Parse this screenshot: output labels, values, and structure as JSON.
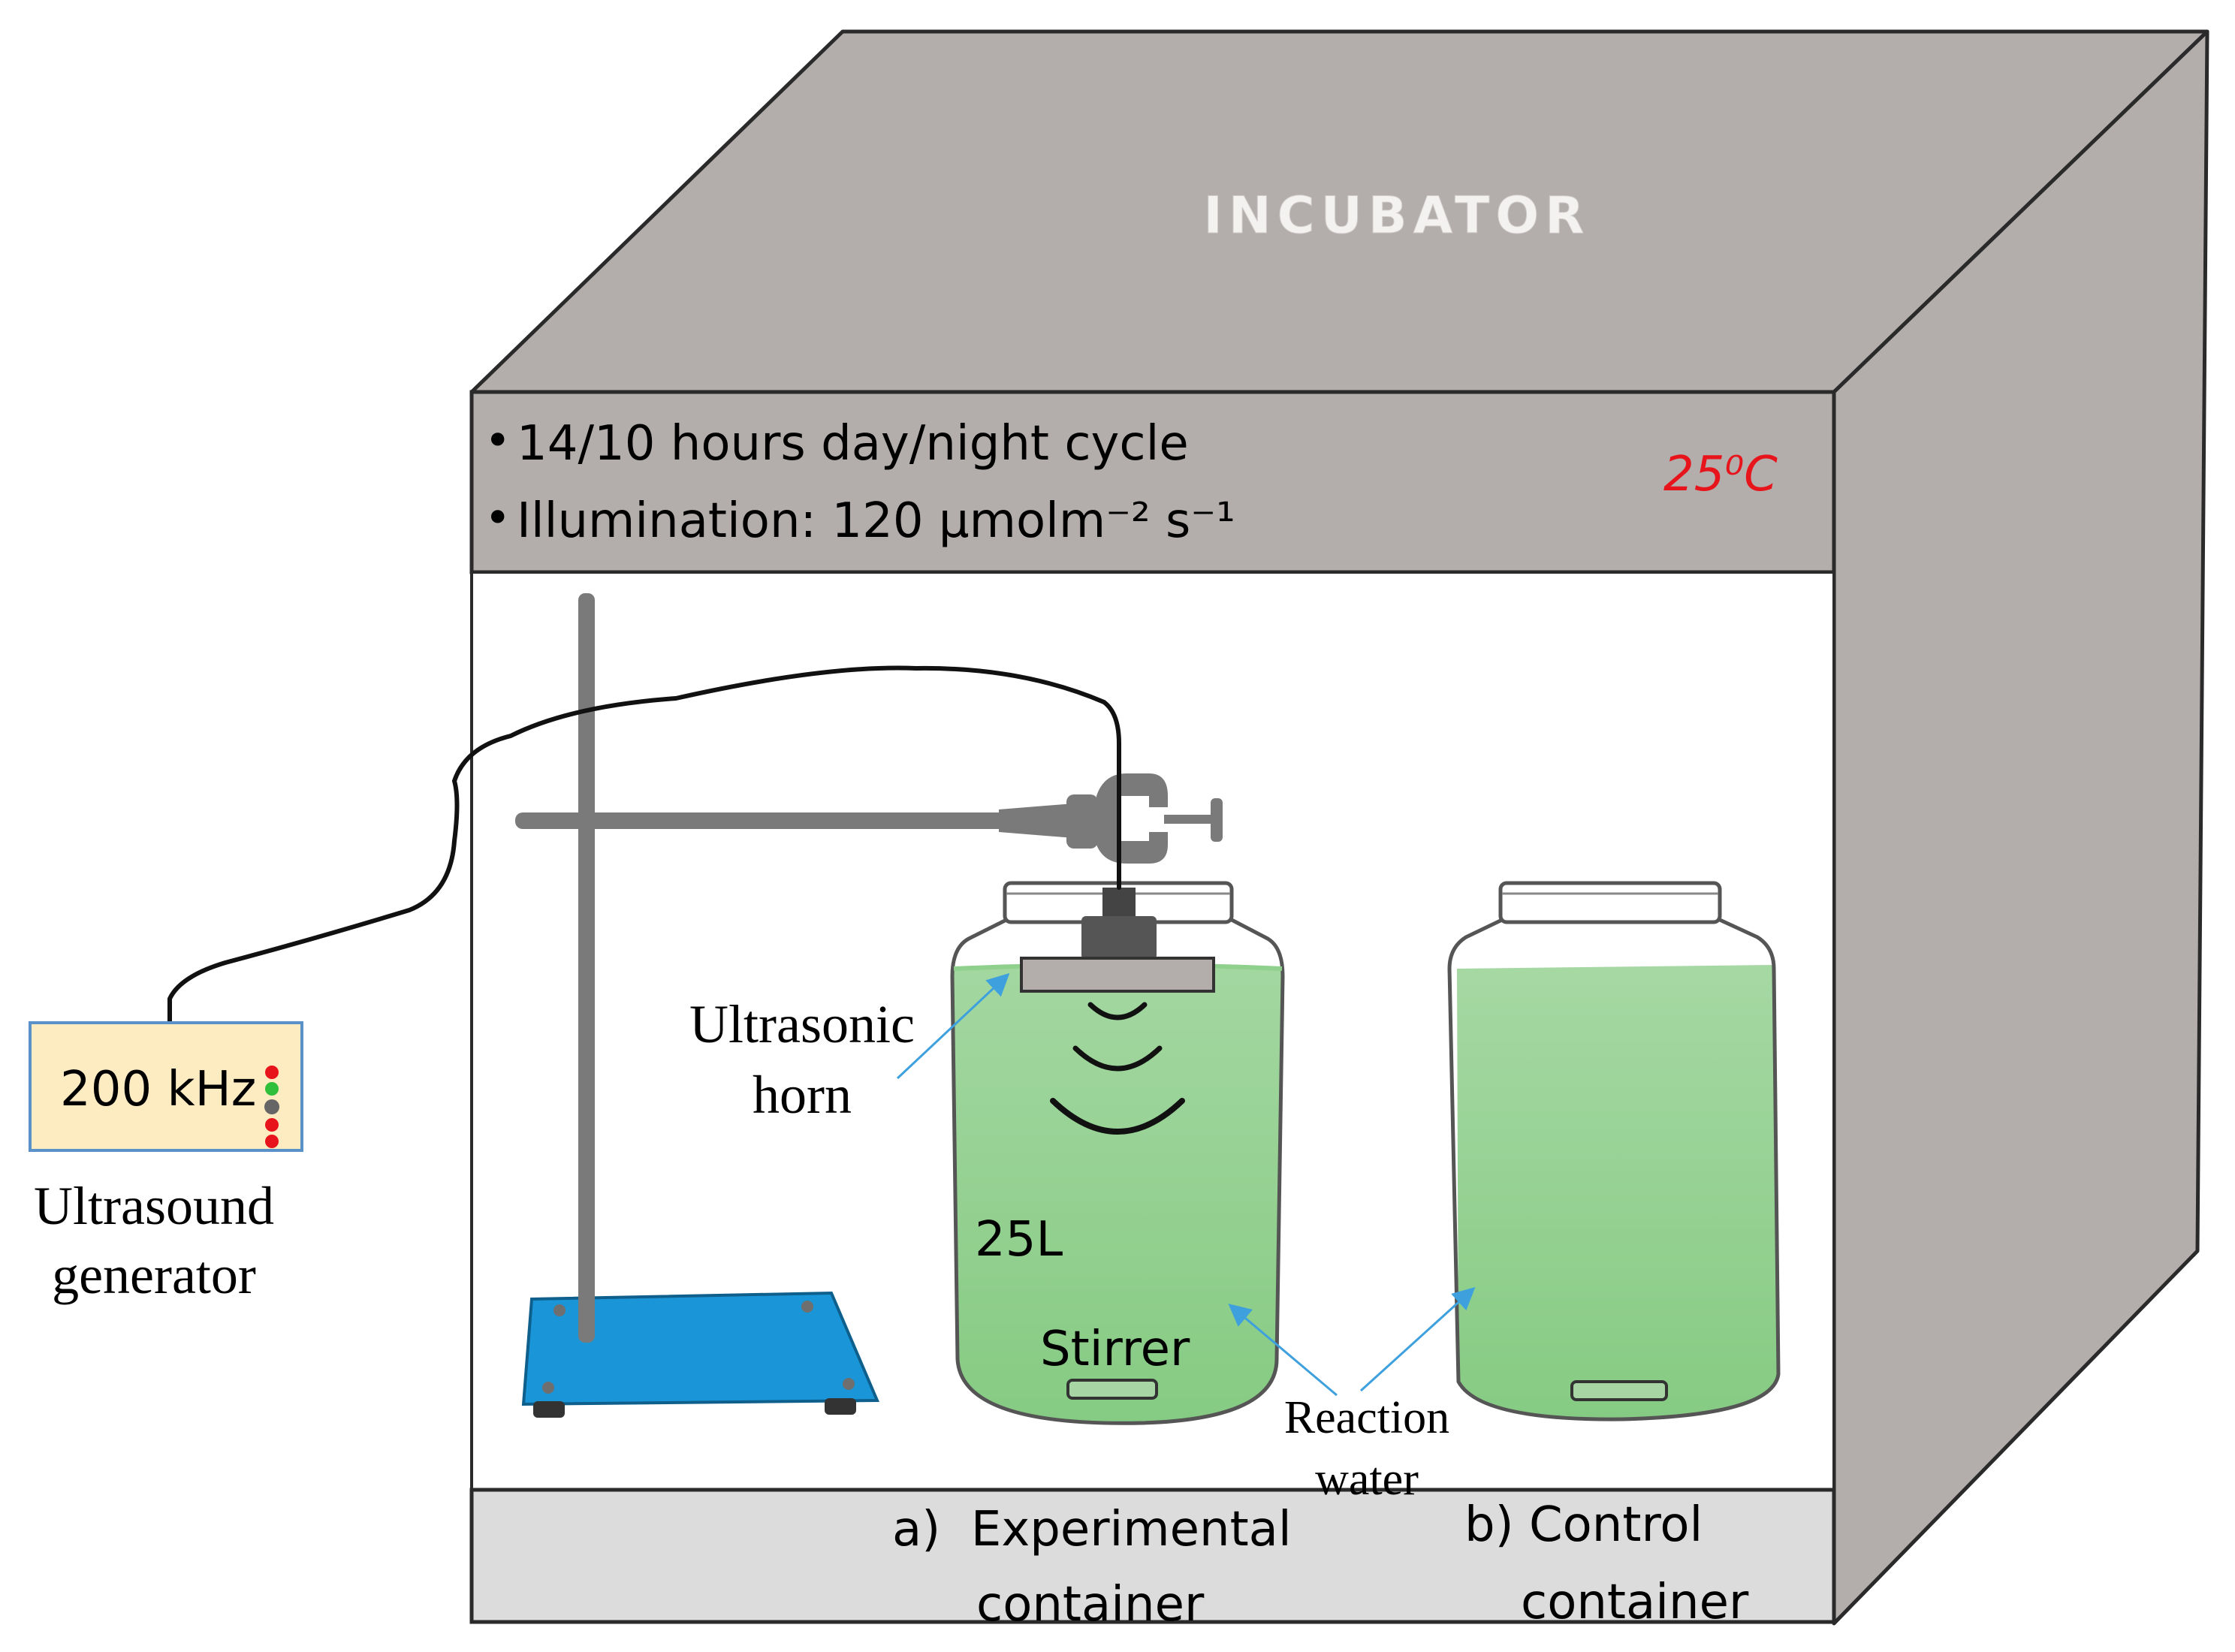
{
  "incubator": {
    "title": "INCUBATOR",
    "conditions": [
      "14/10 hours day/night cycle",
      "Illumination: 120 µmolm⁻² s⁻¹"
    ],
    "temperature": "25⁰C",
    "temperature_color": "#e8141b"
  },
  "generator": {
    "frequency": "200 kHz",
    "label_line1": "Ultrasound",
    "label_line2": "generator"
  },
  "labels": {
    "horn_line1": "Ultrasonic",
    "horn_line2": "horn",
    "volume": "25L",
    "stirrer": "Stirrer",
    "reaction_line1": "Reaction",
    "reaction_line2": "water"
  },
  "containers": {
    "experimental_line1": "a)  Experimental",
    "experimental_line2": "container",
    "control_line1": "b) Control",
    "control_line2": "container"
  },
  "colors": {
    "incubator_gray": "#b3aeac",
    "water_green": "#8fd08d",
    "stand_base_blue": "#1a96d8",
    "arrow_blue": "#3ea0dd",
    "generator_fill": "#fdebc2"
  }
}
